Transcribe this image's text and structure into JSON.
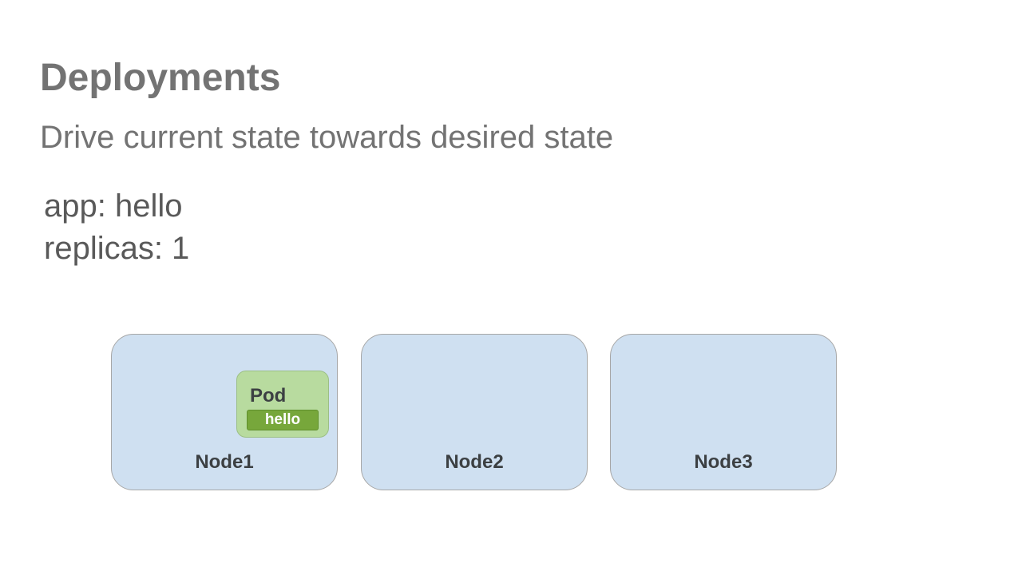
{
  "slide": {
    "title": "Deployments",
    "subtitle": "Drive current state towards desired state"
  },
  "spec": {
    "app_line": "app: hello",
    "replicas_line": "replicas: 1"
  },
  "nodes": [
    {
      "label": "Node1",
      "pods": [
        {
          "label": "Pod",
          "app": "hello"
        }
      ]
    },
    {
      "label": "Node2",
      "pods": []
    },
    {
      "label": "Node3",
      "pods": []
    }
  ],
  "colors": {
    "node_fill": "#cfe0f1",
    "pod_fill": "#b8db9f",
    "pod_app_fill": "#77a73b",
    "title_text": "#737373"
  }
}
